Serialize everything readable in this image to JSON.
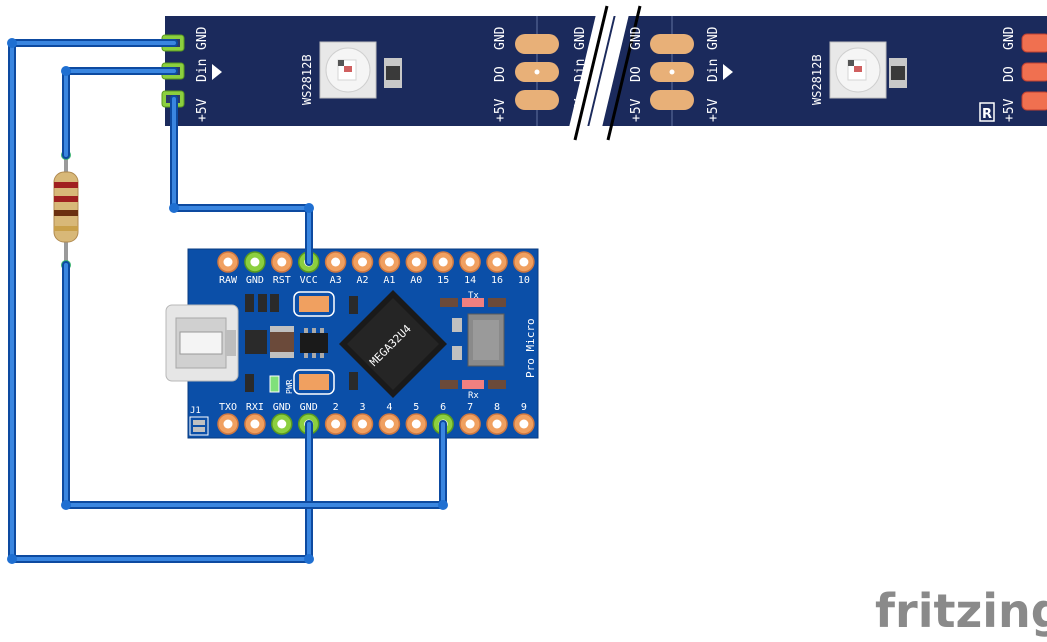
{
  "strip": {
    "chip_label": "WS2812B",
    "input_pins": [
      "GND",
      "Din",
      "+5V"
    ],
    "output_pins": [
      "GND",
      "DO",
      "+5V"
    ],
    "end_pins": [
      "GND",
      "DO",
      "+5V"
    ],
    "logo_mark": "R",
    "color": "#1b2a5c"
  },
  "board": {
    "name": "Pro Micro",
    "chip": "MEGA32U4",
    "connector_label": "J1",
    "top_pins": [
      "RAW",
      "GND",
      "RST",
      "VCC",
      "A3",
      "A2",
      "A1",
      "A0",
      "15",
      "14",
      "16",
      "10"
    ],
    "bottom_pins": [
      "TXO",
      "RXI",
      "GND",
      "GND",
      "2",
      "3",
      "4",
      "5",
      "6",
      "7",
      "8",
      "9"
    ],
    "tx_label": "Tx",
    "rx_label": "Rx",
    "pwr_label": "PWR",
    "color": "#0b4fa8"
  },
  "wire_color": "#1f6fd1",
  "brand": "fritzing"
}
